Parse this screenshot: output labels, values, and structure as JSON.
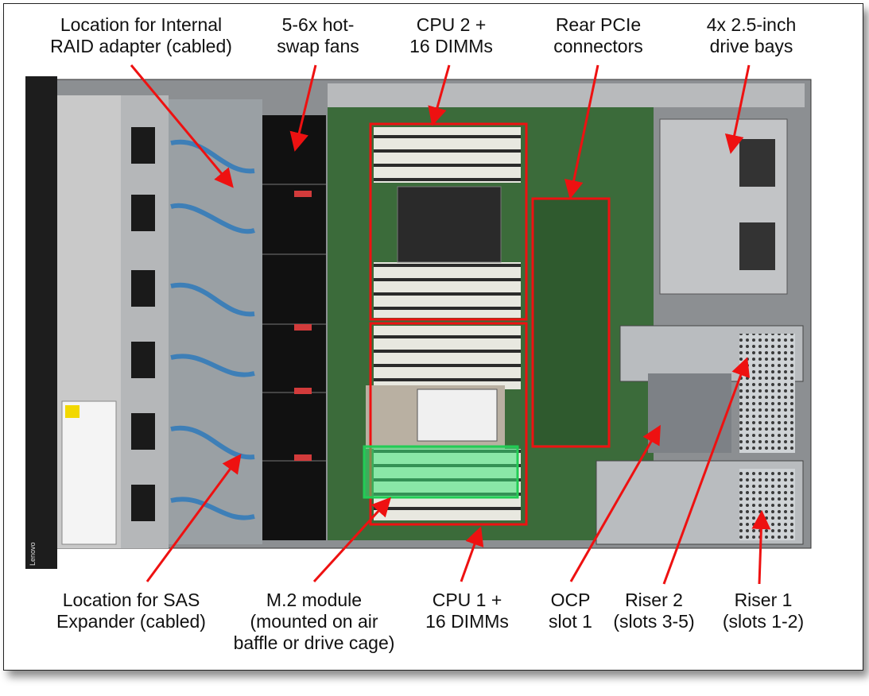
{
  "labels": {
    "raid": "Location for Internal\nRAID adapter (cabled)",
    "fans": "5-6x hot-\nswap fans",
    "cpu2": "CPU 2 +\n16 DIMMs",
    "pcie": "Rear PCIe\nconnectors",
    "bays": "4x 2.5-inch\ndrive bays",
    "sas": "Location for SAS\nExpander (cabled)",
    "m2": "M.2 module\n(mounted on air\nbaffle or drive cage)",
    "cpu1": "CPU 1 +\n16 DIMMs",
    "ocp": "OCP\nslot 1",
    "riser2": "Riser 2\n(slots 3-5)",
    "riser1": "Riser 1\n(slots 1-2)"
  },
  "branding": {
    "bezel_logo": "Lenovo"
  },
  "colors": {
    "callout": "#ee1111",
    "m2_highlight": "#22cc55"
  }
}
